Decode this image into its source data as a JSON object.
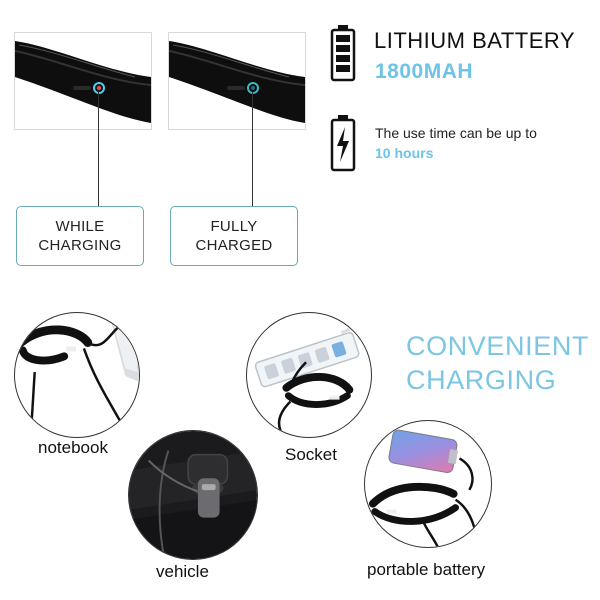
{
  "battery": {
    "title": "LITHIUM BATTERY",
    "capacity": "1800MAH",
    "use_time_text": "The use time can be up to",
    "use_time_value": "10 hours"
  },
  "status": {
    "while_line1": "WHILE",
    "while_line2": "CHARGING",
    "full_line1": "FULLY",
    "full_line2": "CHARGED"
  },
  "charging": {
    "headline_line1": "CONVENIENT",
    "headline_line2": "CHARGING",
    "notebook": "notebook",
    "vehicle": "vehicle",
    "socket": "Socket",
    "portable_battery": "portable battery"
  },
  "colors": {
    "accent": "#6ec3e6",
    "box_border": "#6aa9b6",
    "led_while": "#4fd1e8",
    "led_full": "#3fb7c9"
  }
}
